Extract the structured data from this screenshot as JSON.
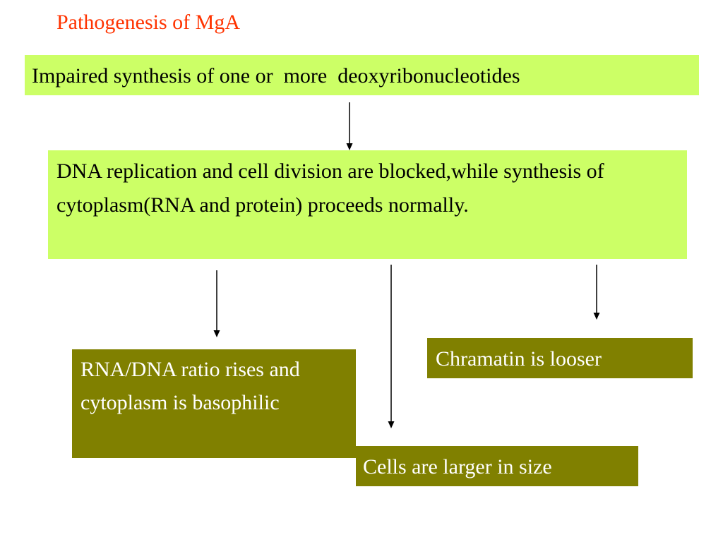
{
  "title": "Pathogenesis of MgA",
  "colors": {
    "title": "#ff3300",
    "green_box": "#ccff66",
    "olive_box": "#808000",
    "olive_text": "#ffffff",
    "arrow": "#000000"
  },
  "boxes": {
    "top": "Impaired synthesis of one or  more  deoxyribonucleotides",
    "middle": "DNA replication and cell division are blocked,while synthesis of cytoplasm(RNA and protein) proceeds normally.",
    "ratio": "RNA/DNA ratio rises and cytoplasm is basophilic",
    "chromatin": "Chramatin is looser",
    "cells": "Cells are larger in size"
  }
}
